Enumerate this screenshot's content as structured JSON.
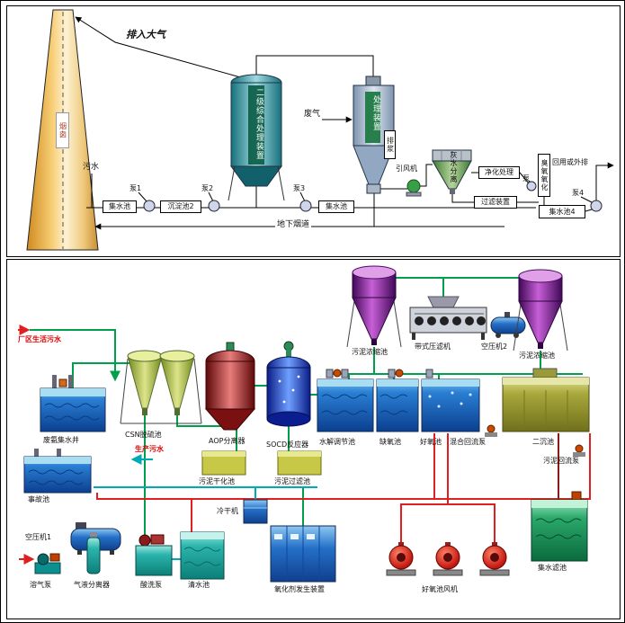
{
  "top": {
    "atmosphere": "排入大气",
    "chimney": "烟囱",
    "sewage": "污水",
    "pump1": "泵1",
    "pump2": "泵2",
    "pump3": "泵3",
    "pump4": "泵4",
    "pump": "泵",
    "sump1": "集水池",
    "settling2": "沉淀池2",
    "secondary_unit": "二级综合处理装置",
    "sump2": "集水池",
    "waste_gas": "废气",
    "treatment_unit": "处理装置",
    "slurry_out": "排浆",
    "fan": "引风机",
    "ash_water_sep": "灰水分离",
    "purification": "净化处理",
    "filter_unit": "过滤装置",
    "ozone": "臭氧氧化",
    "reuse": "回用或外排",
    "sump4": "集水池4",
    "underground_flue": "地下烟道"
  },
  "bottom": {
    "inlet_domestic": "厂区生活污水",
    "inlet_production": "生产污水",
    "waste_water_well": "废氨集水井",
    "csn_tank": "CSN脱硫池",
    "aop_separator": "AOP分离器",
    "socd_reactor": "SOCD反应器",
    "hydrolysis_tank": "水解调节池",
    "anoxic_tank": "缺氧池",
    "aerobic_tank": "好氧池",
    "mixed_return_pump": "混合回流泵",
    "secondary_clarifier": "二沉池",
    "sludge_thickener_left": "污泥浓缩池",
    "belt_press": "带式压滤机",
    "air_compressor2": "空压机2",
    "sludge_thickener_right": "污泥浓缩池",
    "sludge_return_pump": "污泥回流泵",
    "sludge_drying_tank": "污泥干化池",
    "sludge_filter_tank": "污泥过滤池",
    "accident_tank": "事故池",
    "air_compressor1": "空压机1",
    "cold_dryer": "冷干机",
    "dissolved_air_pump": "溶气泵",
    "gas_liquid_separator": "气液分离器",
    "acid_wash_pump": "酸洗泵",
    "clean_water_tank": "清水池",
    "oxidant_generator": "氧化剂发生装置",
    "aerobic_blowers": "好氧池风机",
    "collect_filter_tank": "集水滤池"
  },
  "colors": {
    "pipe_green": "#00a04a",
    "pipe_red": "#e02020",
    "pipe_teal": "#00aab4",
    "pipe_sludge": "#8b1a1a",
    "chimney": "#f2c15f",
    "inlet_text": "#e00000"
  }
}
